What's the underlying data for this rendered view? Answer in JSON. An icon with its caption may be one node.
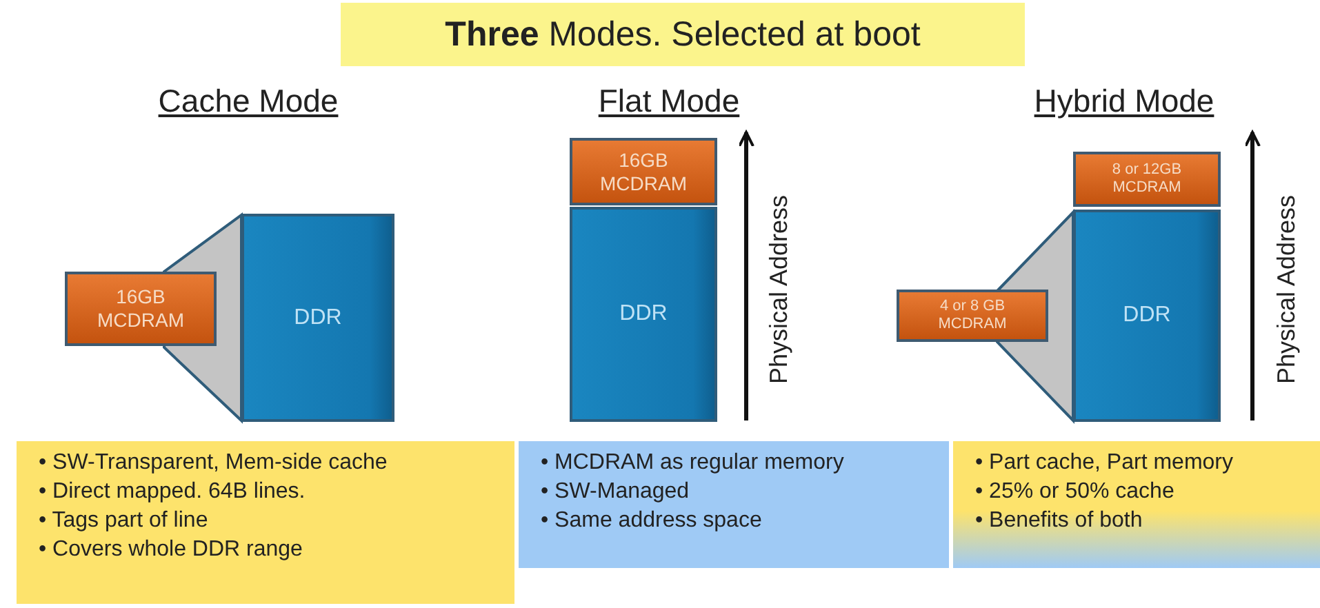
{
  "diagram": {
    "title": "**Three** Modes. Selected at boot",
    "nodes": [
      {
        "text": [
          "16GB MCDRAM"
        ]
      },
      {
        "text": [],
        "shape": "trapezoid"
      },
      {
        "text": [
          "DDR"
        ]
      },
      {
        "text": [
          "16GB MCDRAM"
        ]
      },
      {
        "text": [
          "DDR"
        ]
      },
      {
        "text": [
          "8 or 12GB MCDRAM"
        ]
      },
      {
        "text": [
          "4 or 8 GB MCDRAM"
        ]
      },
      {
        "text": [],
        "shape": "trapezoid"
      },
      {
        "text": [
          "DDR"
        ]
      },
      {
        "text": [
          "• SW-Transparent, Mem-side cache",
          "• Direct mapped. 64B lines.",
          "• Tags part of line",
          "• Covers whole DDR range"
        ]
      },
      {
        "text": [
          "• MCDRAM as regular memory",
          "• SW-Managed",
          "• Same address space"
        ]
      },
      {
        "text": [
          "• Part cache, Part memory",
          "• 25% or 50% cache",
          "• Benefits of both"
        ]
      }
    ],
    "labels": [
      "Cache Mode",
      "Flat Mode",
      "Hybrid Mode",
      "Physical Address",
      "Physical Address"
    ]
  }
}
